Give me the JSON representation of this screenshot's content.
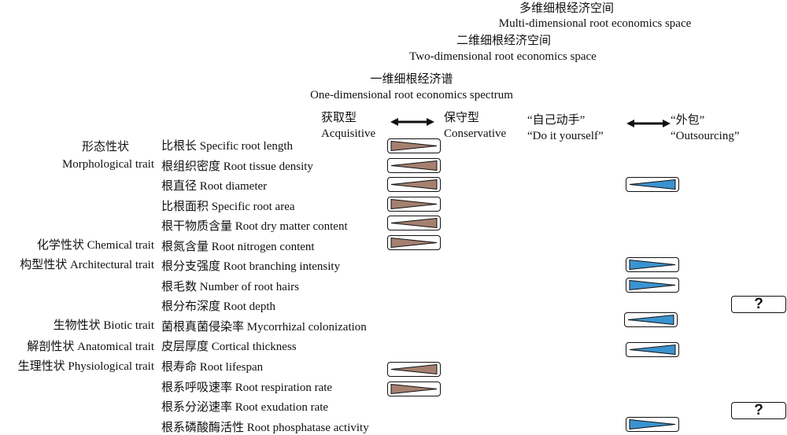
{
  "headers": {
    "multi_cn": "多维细根经济空间",
    "multi_en": "Multi-dimensional root economics space",
    "two_cn": "二维细根经济空间",
    "two_en": "Two-dimensional root economics space",
    "one_cn": "一维细根经济谱",
    "one_en": "One-dimensional root economics spectrum"
  },
  "axes": {
    "acq_cn": "获取型",
    "acq_en": "Acquisitive",
    "con_cn": "保守型",
    "con_en": "Conservative",
    "diy_cn": "“自己动手”",
    "diy_en": "“Do it yourself”",
    "out_cn": "“外包”",
    "out_en": "“Outsourcing”"
  },
  "categories": [
    {
      "cn": "形态性状",
      "en": "Morphological trait"
    },
    {
      "label": "化学性状 Chemical trait"
    },
    {
      "label": "构型性状 Architectural trait"
    },
    {
      "label": "生物性状 Biotic trait"
    },
    {
      "label": "解剖性状 Anatomical trait"
    },
    {
      "label": "生理性状 Physiological trait"
    }
  ],
  "traits": [
    "比根长 Specific root length",
    "根组织密度 Root tissue density",
    "根直径 Root diameter",
    "比根面积 Specific root area",
    "根干物质含量 Root dry matter content",
    "根氮含量 Root nitrogen content",
    "根分支强度 Root branching intensity",
    "根毛数 Number of root hairs",
    "根分布深度 Root depth",
    "菌根真菌侵染率 Mycorrhizal colonization",
    "皮层厚度 Cortical thickness",
    "根寿命 Root lifespan",
    "根系呼吸速率 Root respiration rate",
    "根系分泌速率 Root exudation rate",
    "根系磷酸酶活性 Root phosphatase activity"
  ],
  "question_mark": "?",
  "colors": {
    "brown": "#a58070",
    "blue": "#3a93d0",
    "stroke": "#111111"
  },
  "indicators": [
    {
      "row": 0,
      "color": "brown",
      "direction": "right"
    },
    {
      "row": 1,
      "color": "brown",
      "direction": "left"
    },
    {
      "row": 2,
      "color": "brown",
      "direction": "left"
    },
    {
      "row": 2,
      "color": "blue",
      "direction": "left"
    },
    {
      "row": 3,
      "color": "brown",
      "direction": "right"
    },
    {
      "row": 4,
      "color": "brown",
      "direction": "left"
    },
    {
      "row": 5,
      "color": "brown",
      "direction": "right"
    },
    {
      "row": 6,
      "color": "blue",
      "direction": "right"
    },
    {
      "row": 7,
      "color": "blue",
      "direction": "right"
    },
    {
      "row": 8,
      "color": "question"
    },
    {
      "row": 9,
      "color": "blue",
      "direction": "left"
    },
    {
      "row": 10,
      "color": "blue",
      "direction": "left"
    },
    {
      "row": 11,
      "color": "brown",
      "direction": "left"
    },
    {
      "row": 12,
      "color": "brown",
      "direction": "right"
    },
    {
      "row": 13,
      "color": "question"
    },
    {
      "row": 14,
      "color": "blue",
      "direction": "right"
    }
  ]
}
